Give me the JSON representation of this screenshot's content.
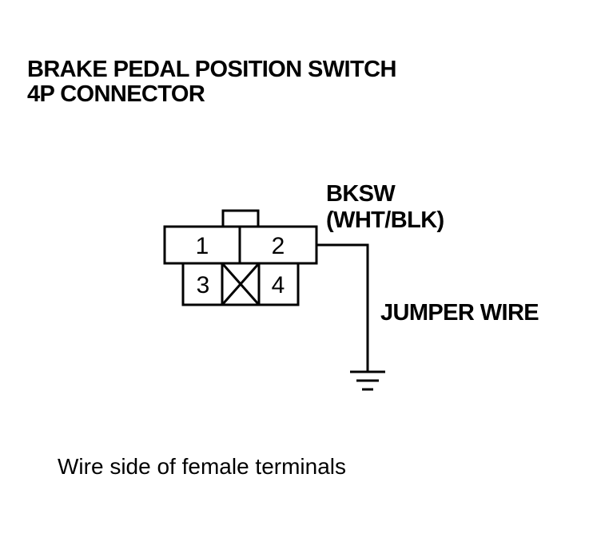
{
  "title": {
    "line1": "BRAKE PEDAL POSITION SWITCH",
    "line2": "4P CONNECTOR"
  },
  "connector": {
    "pins": {
      "p1": "1",
      "p2": "2",
      "p3": "3",
      "p4": "4"
    },
    "empty_cavity_icon": "x-box-icon",
    "latch": "connector-latch"
  },
  "wire_label": {
    "line1": "BKSW",
    "line2": "(WHT/BLK)"
  },
  "jumper_label": "JUMPER WIRE",
  "ground_icon": "ground-symbol-icon",
  "caption": "Wire side of female terminals",
  "colors": {
    "ink": "#000000",
    "background": "#ffffff"
  }
}
